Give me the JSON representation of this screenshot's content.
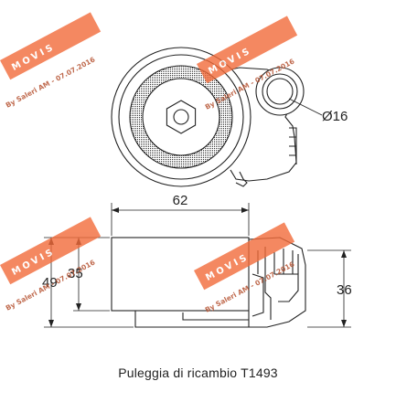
{
  "caption": "Puleggia di ricambio T1493",
  "dimensions": {
    "width_62": "62",
    "diameter_16": "Ø16",
    "height_49": "49",
    "height_35": "35",
    "height_36": "36"
  },
  "watermark": {
    "brand": "MOVIS",
    "author": "By Saleri AM - 07.07.2016",
    "color": "#f26b3a"
  }
}
